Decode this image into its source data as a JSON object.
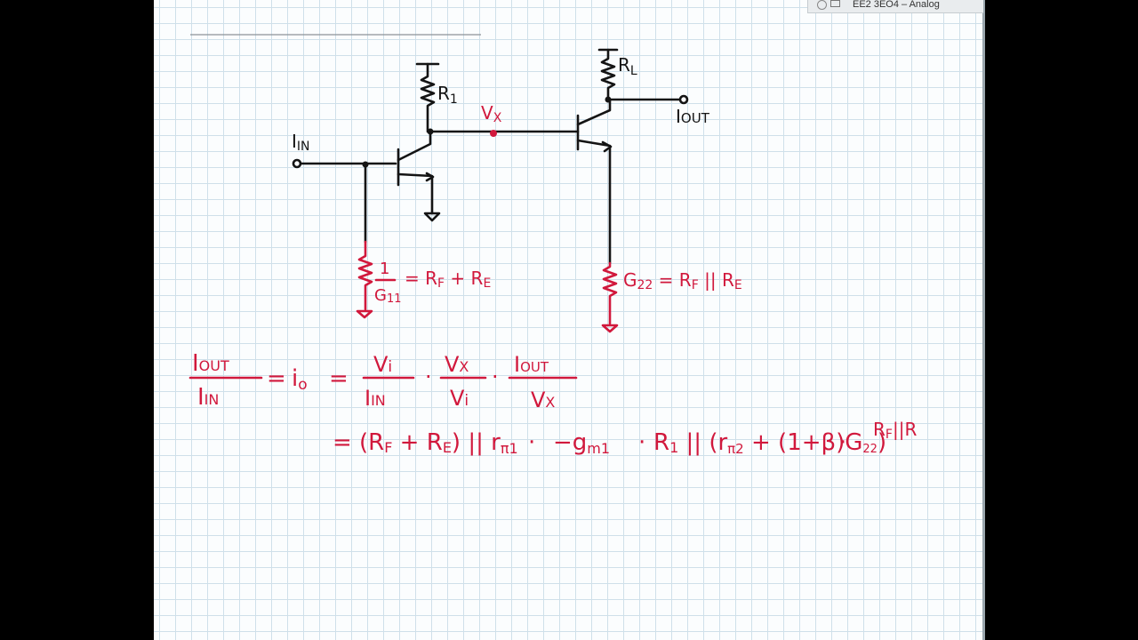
{
  "window": {
    "tab_title": "EE2 3EO4 – Analog"
  },
  "circuit": {
    "input_label": "I",
    "input_label_sub": "IN",
    "r1_label": "R",
    "r1_label_sub": "1",
    "rl_label": "R",
    "rl_label_sub": "L",
    "output_label": "I",
    "output_label_sub": "OUT",
    "vx_label": "V",
    "vx_label_sub": "X",
    "g11_num": "1",
    "g11_den": "G",
    "g11_den_sub": "11",
    "g11_eq": "= R",
    "g11_eq_sub1": "F",
    "g11_eq_mid": " + R",
    "g11_eq_sub2": "E",
    "g22_label": "G",
    "g22_sub": "22",
    "g22_eq": " = R",
    "g22_eq_sub1": "F",
    "g22_eq_mid": " || R",
    "g22_eq_sub2": "E"
  },
  "equation": {
    "lhs_num": "I",
    "lhs_num_sub": "OUT",
    "lhs_den": "I",
    "lhs_den_sub": "IN",
    "eq1": "=",
    "io": "i",
    "io_sub": "o",
    "eq2": "=",
    "f1_num": "V",
    "f1_num_sub": "i",
    "f1_den": "I",
    "f1_den_sub": "IN",
    "dot1": "·",
    "f2_num": "V",
    "f2_num_sub": "X",
    "f2_den": "V",
    "f2_den_sub": "i",
    "dot2": "·",
    "f3_num": "I",
    "f3_num_sub": "OUT",
    "f3_den": "V",
    "f3_den_sub": "X",
    "line2_eq": "=",
    "line2_t1": "(R",
    "line2_t1_sub": "F",
    "line2_t2": " + R",
    "line2_t2_sub": "E",
    "line2_t3": ") || r",
    "line2_t3_sub": "π1",
    "line2_dot1": "·",
    "line2_gm": "−g",
    "line2_gm_sub": "m1",
    "line2_dot2": "·",
    "line2_r1": "R",
    "line2_r1_sub": "1",
    "line2_par": " || (r",
    "line2_par_sub": "π2",
    "line2_plus": " + (1+β)G",
    "line2_plus_sub": "22",
    "line2_close": ")",
    "line2_dot3": "·",
    "line2_tail": "R",
    "line2_tail_sub": "F",
    "line2_tail_end": "||R"
  },
  "colors": {
    "ink": "#141414",
    "red_ink": "#d1183c",
    "grid": "#cfe0ea",
    "paper": "#fbfdfe"
  }
}
